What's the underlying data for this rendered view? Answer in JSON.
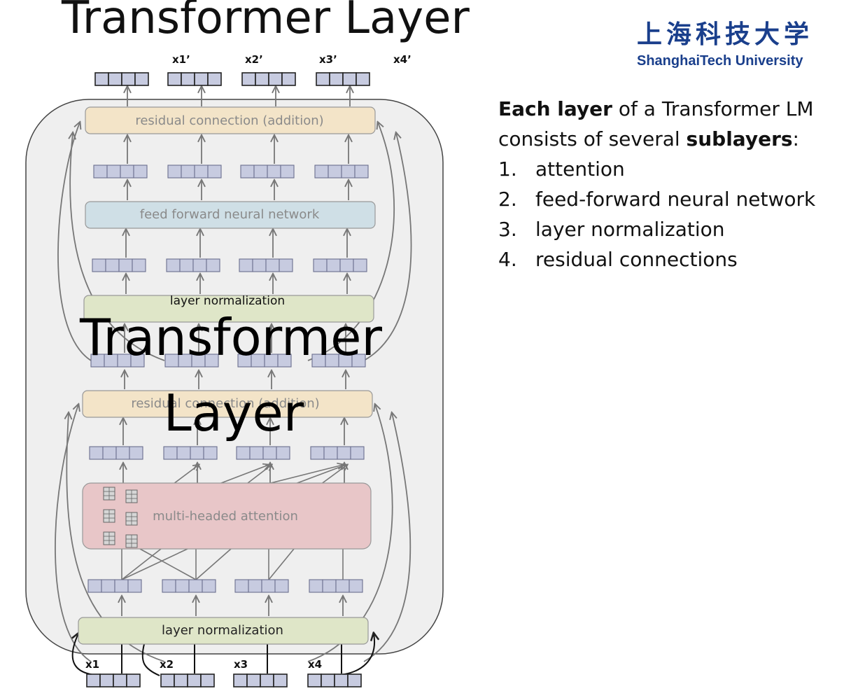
{
  "slide": {
    "title": "Transformer Layer",
    "logo_cn": "上海科技大学",
    "logo_en": "ShanghaiTech University",
    "overlay_line1": "Transformer",
    "overlay_line2": "Layer"
  },
  "description": {
    "intro_bold_1": "Each layer",
    "intro_text_1": " of a Transformer LM consists of several ",
    "intro_bold_2": "sublayers",
    "intro_text_2": ":",
    "items": [
      {
        "num": "1.",
        "text": "attention"
      },
      {
        "num": "2.",
        "text": "feed-forward neural network"
      },
      {
        "num": "3.",
        "text": "layer normalization"
      },
      {
        "num": "4.",
        "text": "residual connections"
      }
    ]
  },
  "diagram": {
    "residual_top": "residual connection (addition)",
    "feed_forward": "feed forward neural network",
    "layernorm_top": "layer normalization",
    "residual_bottom": "residual connection (addition)",
    "attention": "multi-headed attention",
    "layernorm_bottom": "layer normalization",
    "inputs": [
      "x1",
      "x2",
      "x3",
      "x4"
    ],
    "outputs": [
      "x1’",
      "x2’",
      "x3’",
      "x4’"
    ]
  },
  "colors": {
    "vector_fill": "#c7cbe0",
    "vector_stroke": "#6b6f8e",
    "residual_fill": "#f3e4c8",
    "ffn_fill": "#cfdfe6",
    "layernorm_fill": "#dfe6c8",
    "attention_fill": "#e8c6c8",
    "panel_fill": "#efefef",
    "logo_blue": "#1a3f8c"
  }
}
